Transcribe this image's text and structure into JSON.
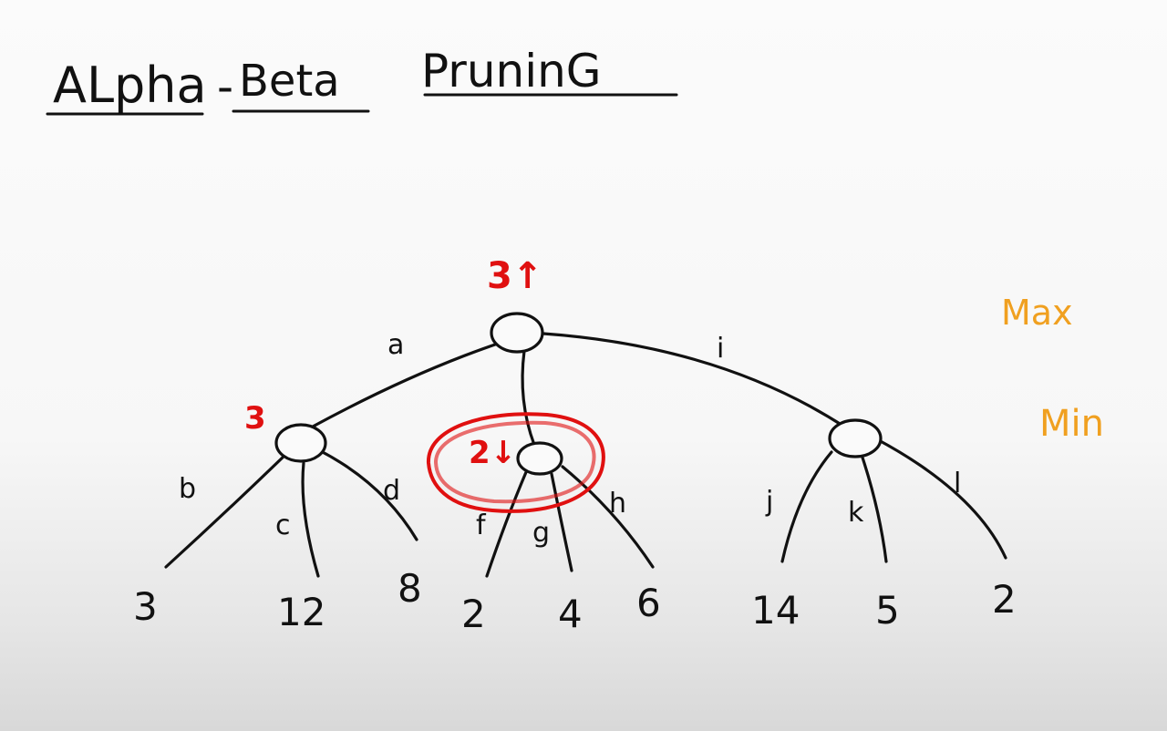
{
  "title": {
    "word1": "ALpha",
    "dash": "-",
    "word2": "Beta",
    "word3": "PruninG"
  },
  "levels": {
    "max": "Max",
    "min": "Min",
    "color": "#f0a020"
  },
  "annotation_color": "#e01010",
  "root_value": "3↑",
  "left_min_value": "3",
  "middle_min_value": "2↓",
  "edges": {
    "a": "a",
    "i": "i",
    "b": "b",
    "c": "c",
    "d": "d",
    "f": "f",
    "g": "g",
    "h": "h",
    "j": "j",
    "k": "k",
    "l": "l"
  },
  "leaves": [
    "3",
    "12",
    "8",
    "2",
    "4",
    "6",
    "14",
    "5",
    "2"
  ]
}
